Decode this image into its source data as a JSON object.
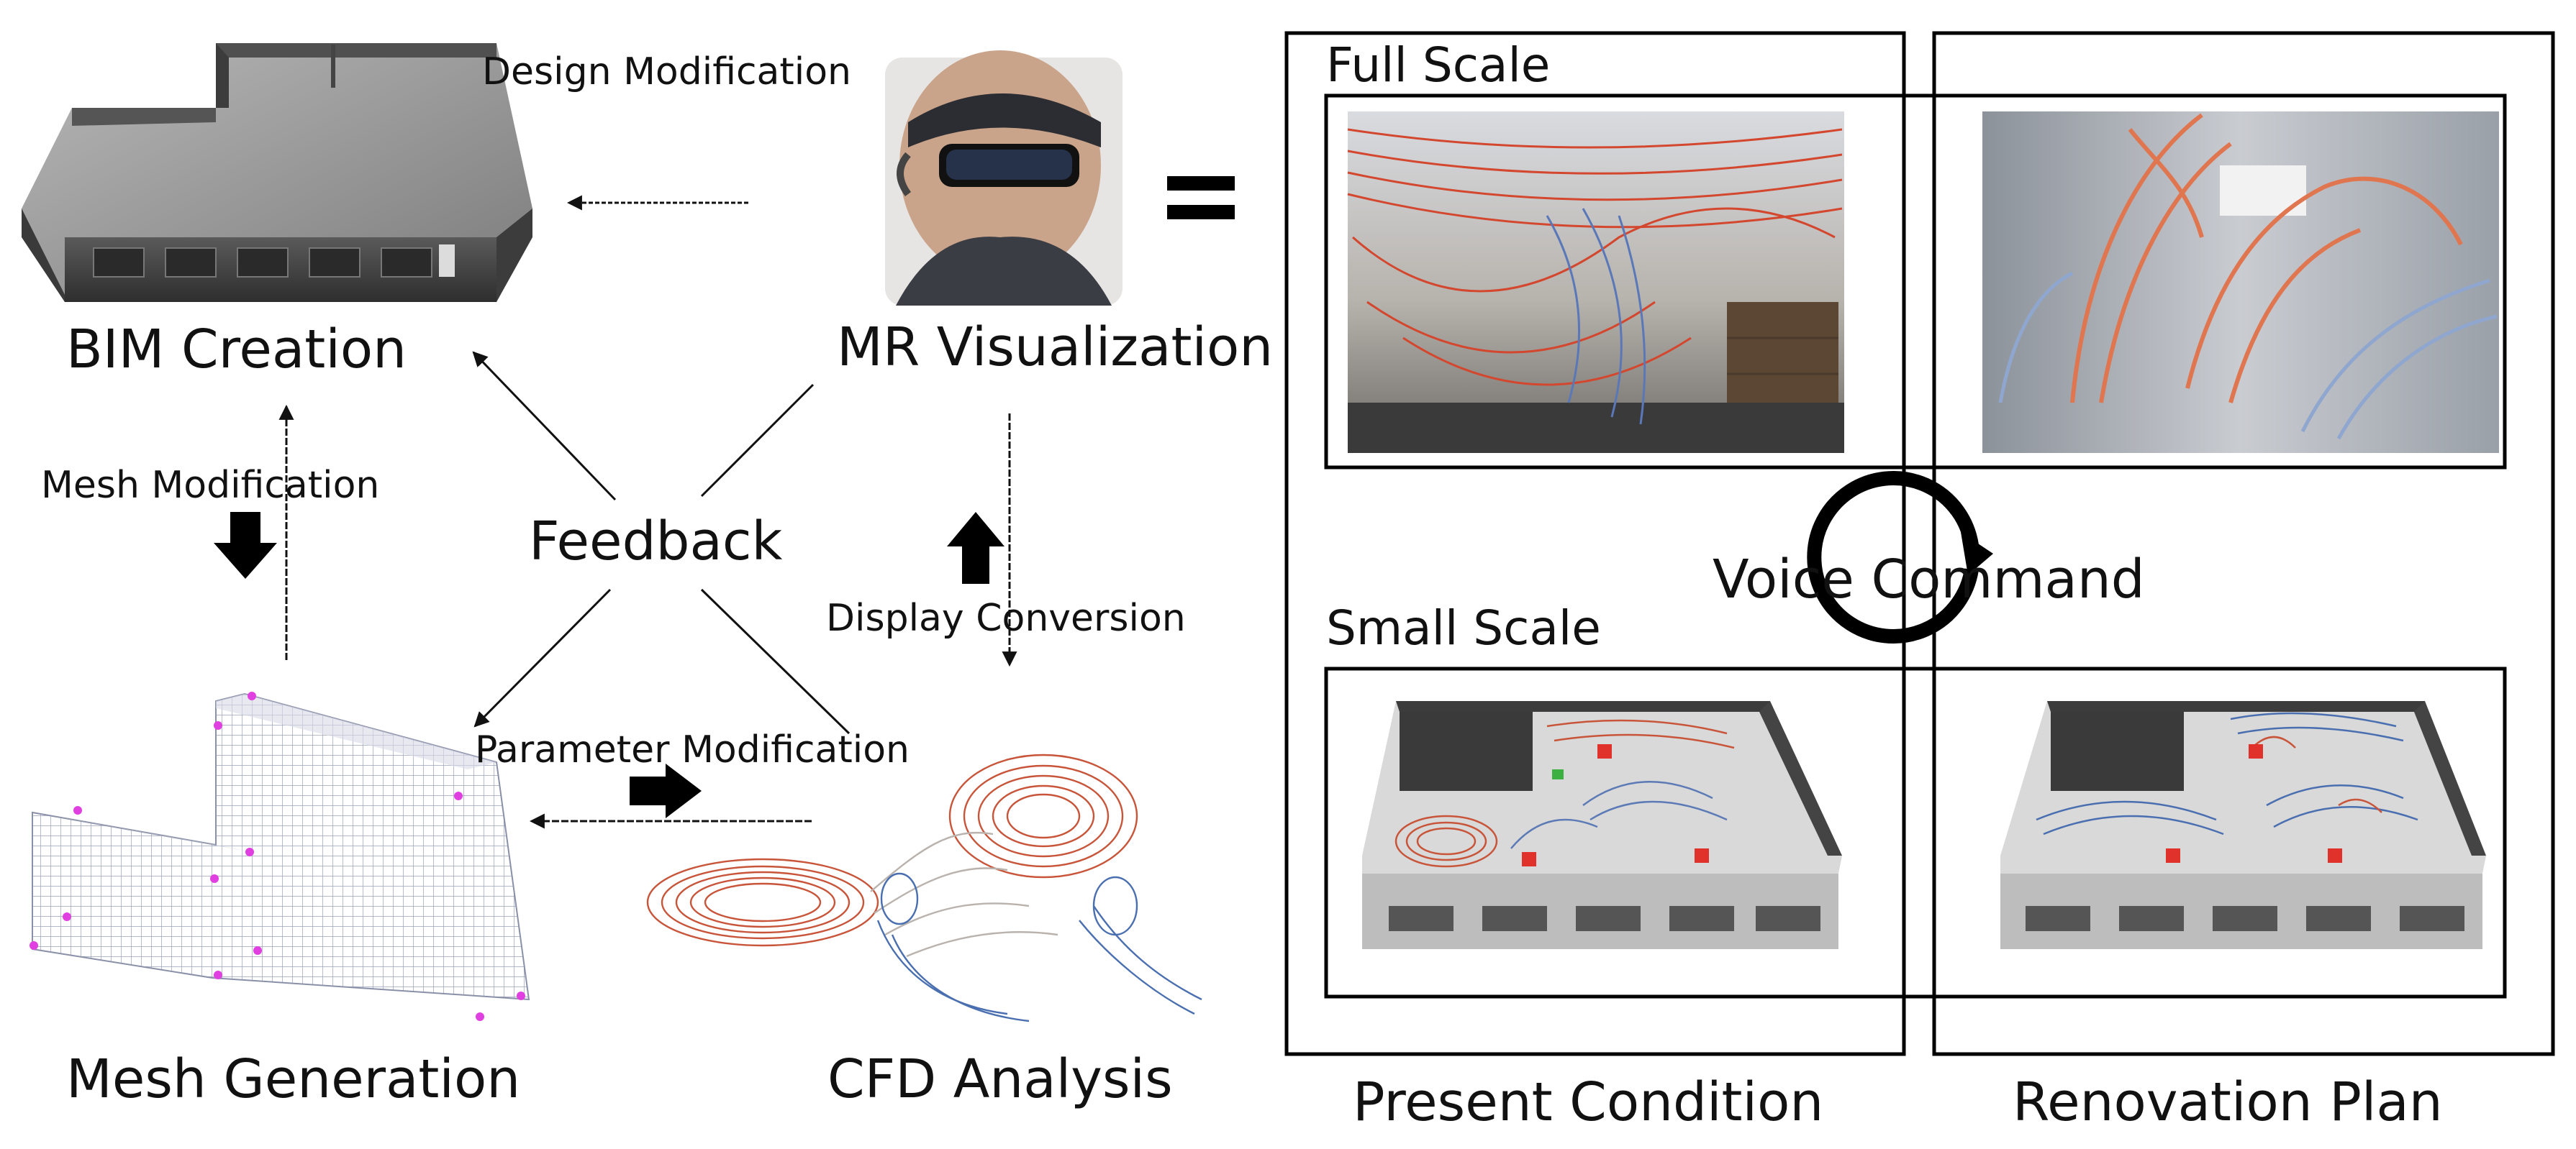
{
  "left": {
    "bim_creation": "BIM Creation",
    "mr_visualization": "MR Visualization",
    "mesh_generation": "Mesh Generation",
    "cfd_analysis": "CFD Analysis",
    "feedback": "Feedback",
    "design_modification": "Design Modification",
    "mesh_modification": "Mesh Modification",
    "display_conversion": "Display Conversion",
    "parameter_modification": "Parameter Modification"
  },
  "right": {
    "full_scale": "Full Scale",
    "small_scale": "Small Scale",
    "voice_command": "Voice Command",
    "present_condition": "Present Condition",
    "renovation_plan": "Renovation Plan"
  },
  "colors": {
    "warm_stream": "#c8553a",
    "cool_stream": "#4a6fb0",
    "building_dark": "#4a4a4a",
    "mesh_marker": "#e040e0"
  },
  "icons": [
    "equals-sign-icon",
    "cycle-arrow-icon",
    "down-arrow-icon",
    "up-arrow-icon",
    "right-arrow-icon"
  ]
}
